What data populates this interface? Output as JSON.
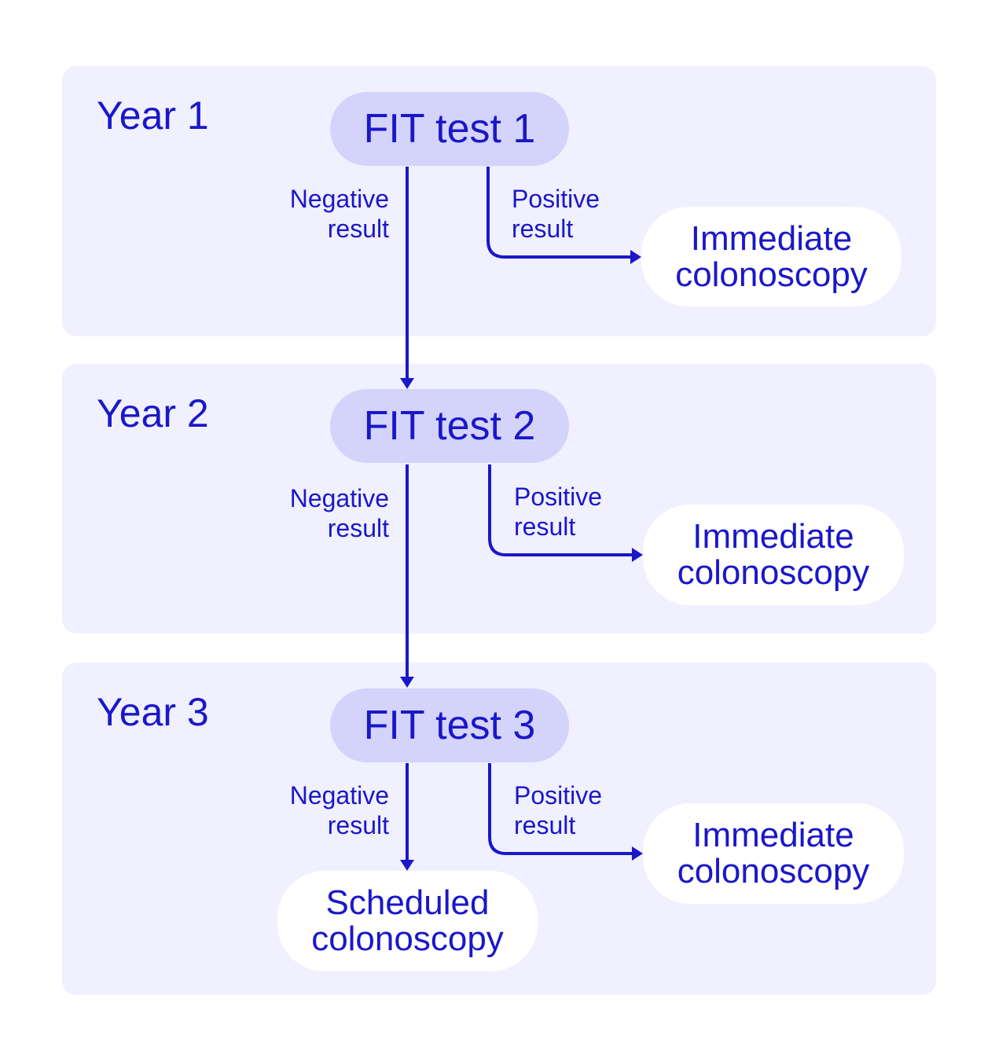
{
  "colors": {
    "panel_bg": "#f0f0fe",
    "test_node_bg": "#d4d3fb",
    "outcome_node_bg": "#ffffff",
    "ink": "#1a17c9"
  },
  "years": [
    {
      "label": "Year 1",
      "test": "FIT test 1",
      "negative_label": "Negative\nresult",
      "positive_label": "Positive\nresult",
      "positive_outcome": "Immediate\ncolonoscopy"
    },
    {
      "label": "Year 2",
      "test": "FIT test 2",
      "negative_label": "Negative\nresult",
      "positive_label": "Positive\nresult",
      "positive_outcome": "Immediate\ncolonoscopy"
    },
    {
      "label": "Year 3",
      "test": "FIT test 3",
      "negative_label": "Negative\nresult",
      "positive_label": "Positive\nresult",
      "positive_outcome": "Immediate\ncolonoscopy",
      "negative_outcome": "Scheduled\ncolonoscopy"
    }
  ]
}
